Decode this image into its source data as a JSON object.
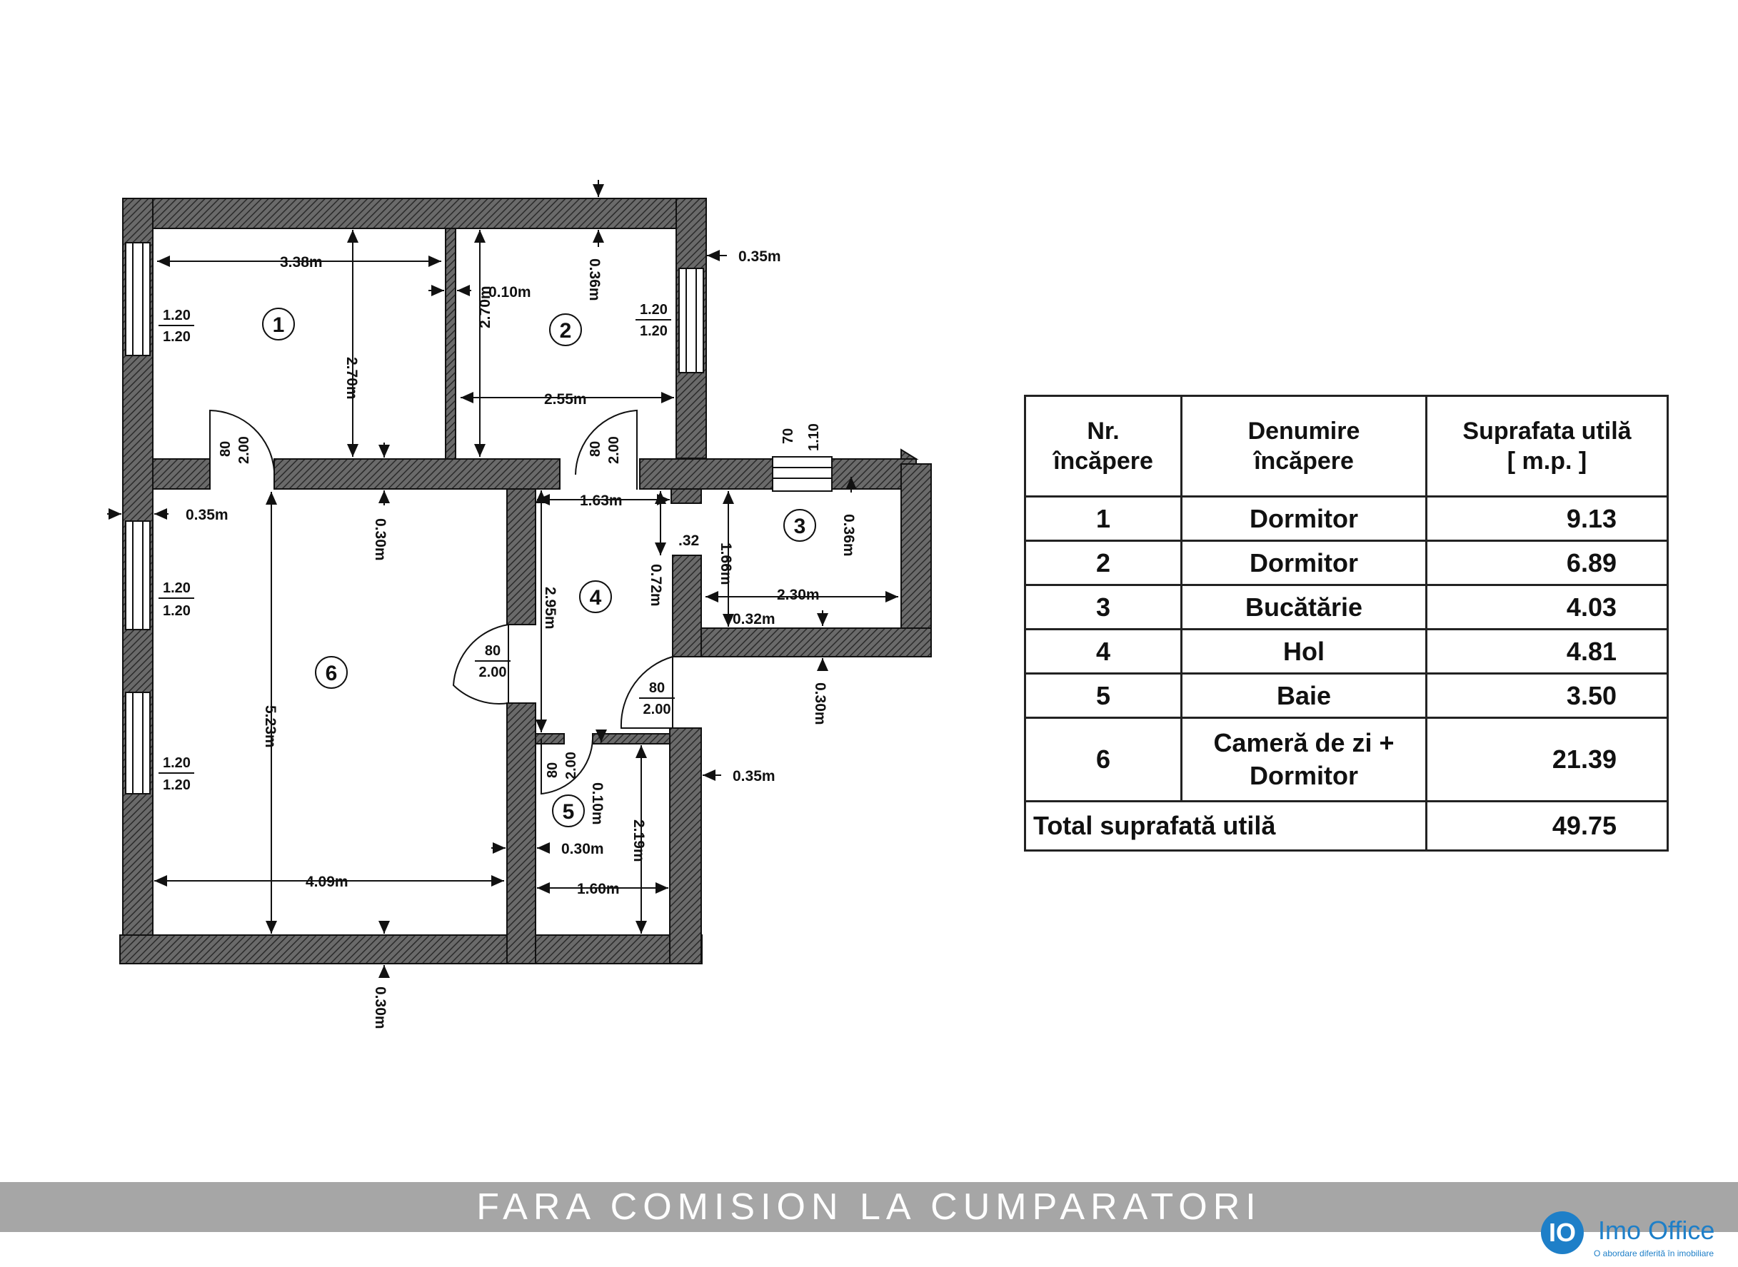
{
  "plan": {
    "dims": {
      "d338": "3.38m",
      "d010a": "0.10m",
      "d036": "0.36m",
      "d035r": "0.35m",
      "d270a": "2.70m",
      "d270b": "2.70m",
      "d255": "2.55m",
      "d035l": "0.35m",
      "d030a": "0.30m",
      "d163": "1.63m",
      "d032t": ".32",
      "d166": "1.66m",
      "d072": "0.72m",
      "d036b": "0.36m",
      "d230": "2.30m",
      "d032": "0.32m",
      "d295": "2.95m",
      "d523": "5.23m",
      "d030b": "0.30m",
      "d010b": "0.10m",
      "d219": "2.19m",
      "d035b": "0.35m",
      "d030c": "0.30m",
      "d409": "4.09m",
      "d160": "1.60m",
      "d030d": "0.30m",
      "win70": "70",
      "win110": "1.10"
    },
    "windows": {
      "w1a": "1.20",
      "w1b": "1.20",
      "w2a": "1.20",
      "w2b": "1.20",
      "w3a": "1.20",
      "w3b": "1.20",
      "w4a": "1.20",
      "w4b": "1.20"
    },
    "doors": {
      "d1a": "80",
      "d1b": "2.00",
      "d2a": "80",
      "d2b": "2.00",
      "d3a": "80",
      "d3b": "2.00",
      "d4a": "80",
      "d4b": "2.00",
      "d5a": "80",
      "d5b": "2.00"
    },
    "rooms": [
      "1",
      "2",
      "3",
      "4",
      "5",
      "6"
    ]
  },
  "table": {
    "headers": [
      "Nr.\nîncăpere",
      "Denumire\nîncăpere",
      "Suprafata utilă\n[ m.p. ]"
    ],
    "rows": [
      {
        "nr": "1",
        "name": "Dormitor",
        "area": "9.13"
      },
      {
        "nr": "2",
        "name": "Dormitor",
        "area": "6.89"
      },
      {
        "nr": "3",
        "name": "Bucătărie",
        "area": "4.03"
      },
      {
        "nr": "4",
        "name": "Hol",
        "area": "4.81"
      },
      {
        "nr": "5",
        "name": "Baie",
        "area": "3.50"
      },
      {
        "nr": "6",
        "name": "Cameră de zi +\nDormitor",
        "area": "21.39"
      }
    ],
    "total_label": "Total suprafată utilă",
    "total_area": "49.75"
  },
  "footer": {
    "banner": "FARA COMISION LA CUMPARATORI",
    "logo_mark": "IO",
    "brand_name": "Imo Office",
    "brand_tagline": "O abordare diferită în imobiliare"
  },
  "colors": {
    "brand_blue": "#1e7fc8",
    "banner_gray": "#a6a6a6"
  }
}
